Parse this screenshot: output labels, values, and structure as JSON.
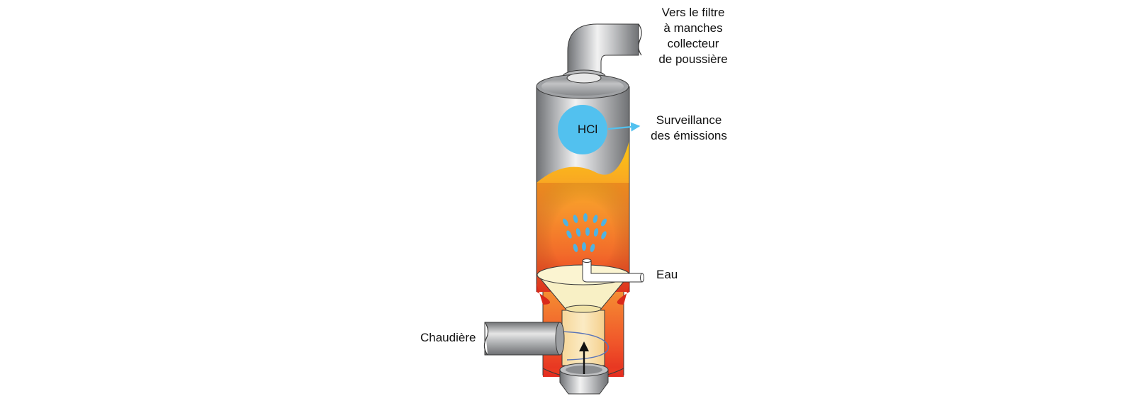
{
  "labels": {
    "outlet_line1": "Vers le filtre",
    "outlet_line2": "à manches",
    "outlet_line3": "collecteur",
    "outlet_line4": "de poussière",
    "monitor_line1": "Surveillance",
    "monitor_line2": "des émissions",
    "hcl": "HCl",
    "water": "Eau",
    "boiler": "Chaudière"
  },
  "colors": {
    "steel": "#9d9fa2",
    "hot_top": "#fcc713",
    "hot_mid": "#f58a2a",
    "hot_bottom": "#e8331f",
    "hcl_circle": "#52c1ef",
    "water_drops": "#4fb3e1",
    "funnel": "#f8f0c5"
  },
  "icons": [
    "spray-droplets-icon",
    "flow-arrow-icon"
  ]
}
